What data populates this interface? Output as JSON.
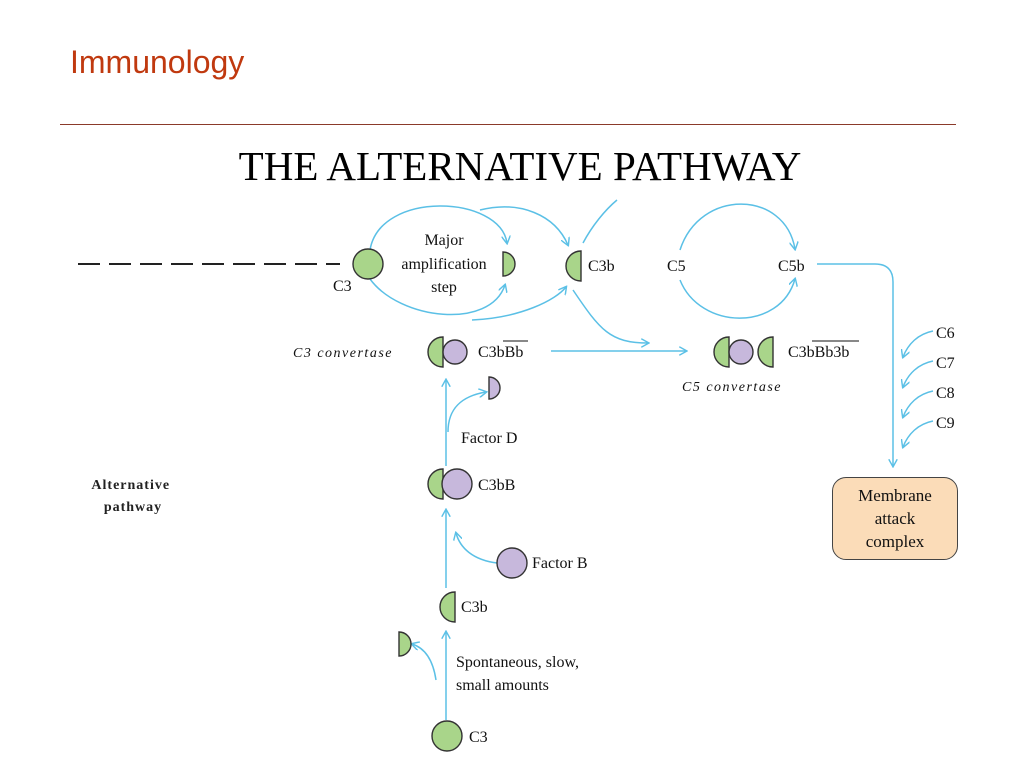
{
  "header": {
    "title": "Immunology"
  },
  "slide": {
    "title": "THE ALTERNATIVE PATHWAY"
  },
  "diagram": {
    "side_label": "Alternative pathway",
    "labels": {
      "c3_left": "C3",
      "major_step": [
        "Major",
        "amplification",
        "step"
      ],
      "c3b_top": "C3b",
      "c5": "C5",
      "c5b": "C5b",
      "c3_convertase": "C3 convertase",
      "c3bbb": "C3bBb",
      "c5_convertase": "C5 convertase",
      "c3bbb3b": "C3bBb3b",
      "factor_d": "Factor D",
      "c3bb": "C3bB",
      "factor_b": "Factor B",
      "c3b_bottom": "C3b",
      "spontaneous": [
        "Spontaneous, slow,",
        "small amounts"
      ],
      "c3_bottom": "C3",
      "terminal": [
        "C6",
        "C7",
        "C8",
        "C9"
      ],
      "mac": "Membrane\nattack\ncomplex"
    },
    "colors": {
      "arrow": "#5bc0e6",
      "c3_fragment": "#a9d58a",
      "factor_b_fragment": "#c7b8dc",
      "mac_fill": "#fbdcb8"
    }
  }
}
